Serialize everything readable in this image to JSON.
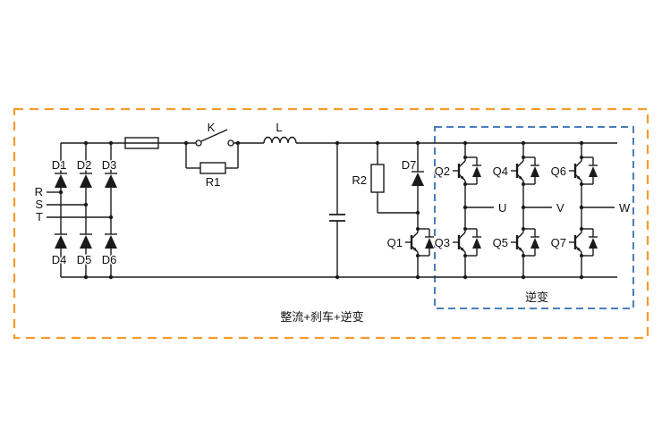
{
  "page": {
    "background": "#ffffff"
  },
  "colors": {
    "outer_border": "#F59B2B",
    "inverter_border": "#4A7EBB",
    "wire": "#1a1a1a"
  },
  "diagram": {
    "caption": "整流+刹车+逆变",
    "inverter_box_label": "逆变"
  },
  "labels": {
    "D1": "D1",
    "D2": "D2",
    "D3": "D3",
    "D4": "D4",
    "D5": "D5",
    "D6": "D6",
    "D7": "D7",
    "R": "R",
    "S": "S",
    "T": "T",
    "K": "K",
    "L": "L",
    "R1": "R1",
    "R2": "R2",
    "Q1": "Q1",
    "Q2": "Q2",
    "Q3": "Q3",
    "Q4": "Q4",
    "Q5": "Q5",
    "Q6": "Q6",
    "Q7": "Q7",
    "U": "U",
    "V": "V",
    "W": "W"
  }
}
